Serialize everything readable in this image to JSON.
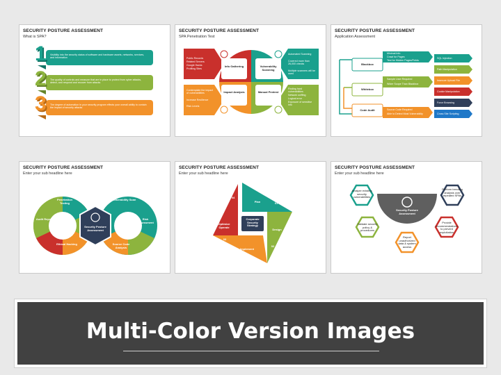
{
  "colors": {
    "teal": "#1aa08d",
    "green": "#8db43e",
    "orange": "#f2922a",
    "red": "#c9302c",
    "blue": "#1f78c8",
    "navy": "#2f3f5a",
    "banner": "#414141"
  },
  "slide1": {
    "title": "SECURITY POSTURE ASSESSMENT",
    "subtitle": "What is SPA?",
    "numbers": [
      "1",
      "2",
      "3"
    ],
    "items": [
      "Visibility into the security status of software and hardware assets, networks, services, and information",
      "The quality of controls and measure that are in place to protect from cyber attacks, detect, and respond and recover from attacks",
      "The degree of automation in your security program effects your overall ability to contain the impact of security attacks"
    ]
  },
  "slide2": {
    "title": "SECURITY POSTURE ASSESSMENT",
    "subtitle": "SPA Penetration Test",
    "quadrants": [
      "Info Gathering",
      "Vulnerability Scanning",
      "Impact Analysis",
      "Manual Pentest"
    ],
    "left_top": [
      "Public Records",
      "Related Servers",
      "Google Hacks",
      "Profiling Sites"
    ],
    "left_bottom": [
      "Contemplate the impact of vulnerabilities",
      "Increase Resilience",
      "Risk Levels"
    ],
    "right_top": [
      "Automated Scanning",
      "Covered more than 26,000 checks",
      "Multiple scanners will be used"
    ],
    "right_bottom": [
      "Finding hard vulnerabilities",
      "Network sniffing",
      "Logical error",
      "Exposure of sensitive info"
    ]
  },
  "slide3": {
    "title": "SECURITY POSTURE ASSESSMENT",
    "subtitle": "Application Assessment",
    "categories": [
      "Blackbox",
      "Whitebox",
      "Code Audit"
    ],
    "blackbox_points": [
      "Minimal Info",
      "Crawl for Pages",
      "Test for Hidden Pages/Fields"
    ],
    "whitebox_points": [
      "Sample User Required",
      "Wider Scope Than Blackbox"
    ],
    "codeaudit_points": [
      "Source Code Required",
      "Able to Detect Most Vulnerability"
    ],
    "tests": [
      "SQL Injection",
      "Path Manipulation",
      "Insecure Upload File",
      "Cookie Manipulation",
      "Force Browsing",
      "Cross Site Scripting"
    ]
  },
  "slide4": {
    "title": "SECURITY POSTURE ASSESSMENT",
    "subtitle": "Enter your sub headline here",
    "center": "Security Posture Assessment",
    "segments": [
      "Penetration Testing",
      "Vulnerability Scan",
      "Risk Assessment",
      "Source Code Analysis",
      "Ethical Hacking",
      "Audit Report"
    ]
  },
  "slide5": {
    "title": "SECURITY POSTURE ASSESSMENT",
    "subtitle": "Enter your sub headline here",
    "center": "Corporate Security Strategy",
    "codes": [
      "01",
      "02",
      "03",
      "04"
    ],
    "labels": [
      "Plan",
      "Design",
      "Implement",
      "Optimize Operate"
    ]
  },
  "slide6": {
    "title": "SECURITY POSTURE ASSESSMENT",
    "subtitle": "Enter your sub headline here",
    "center": "Security Posture Assessment",
    "hexagons": [
      "Analyze existing security vulnerabilities",
      "Perform trending analysis over repeated SPAs",
      "Validate security policy & procedures",
      "Provide recommendations to prevent exploitation",
      "Report unauthorized data & system access"
    ]
  },
  "banner": {
    "title": "Multi-Color Version Images"
  }
}
